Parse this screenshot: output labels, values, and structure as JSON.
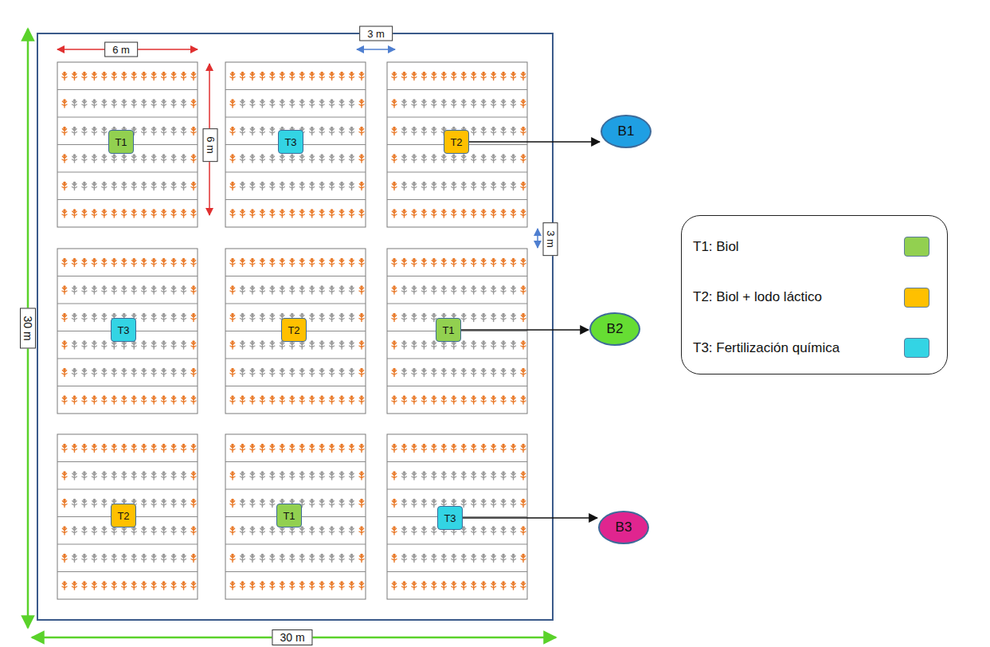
{
  "diagram": {
    "nodes": [
      {
        "text": [
          "T1"
        ]
      },
      {
        "text": [
          "T3"
        ]
      },
      {
        "text": [
          "T2"
        ]
      },
      {
        "text": [
          "B1"
        ]
      },
      {
        "text": [
          "T3"
        ]
      },
      {
        "text": [
          "T2"
        ]
      },
      {
        "text": [
          "T1"
        ]
      },
      {
        "text": [
          "B2"
        ]
      },
      {
        "text": [
          "T2"
        ]
      },
      {
        "text": [
          "T1"
        ]
      },
      {
        "text": [
          "T3"
        ]
      },
      {
        "text": [
          "B3"
        ]
      }
    ],
    "edges": [
      {
        "from": 2,
        "to": 3,
        "arrow": "to"
      },
      {
        "from": 6,
        "to": 7,
        "arrow": "to"
      },
      {
        "from": 10,
        "to": 11,
        "arrow": "to"
      }
    ],
    "labels": [
      "6 m",
      "6 m",
      "3 m",
      "3 m",
      "30 m",
      "30 m"
    ],
    "legend": [
      {
        "text": "T1: Biol",
        "color": "#92d050"
      },
      {
        "text": "T2: Biol + lodo láctico",
        "color": "#ffc000"
      },
      {
        "text": "T3: Fertilización química",
        "color": "#33d4e4"
      }
    ]
  }
}
